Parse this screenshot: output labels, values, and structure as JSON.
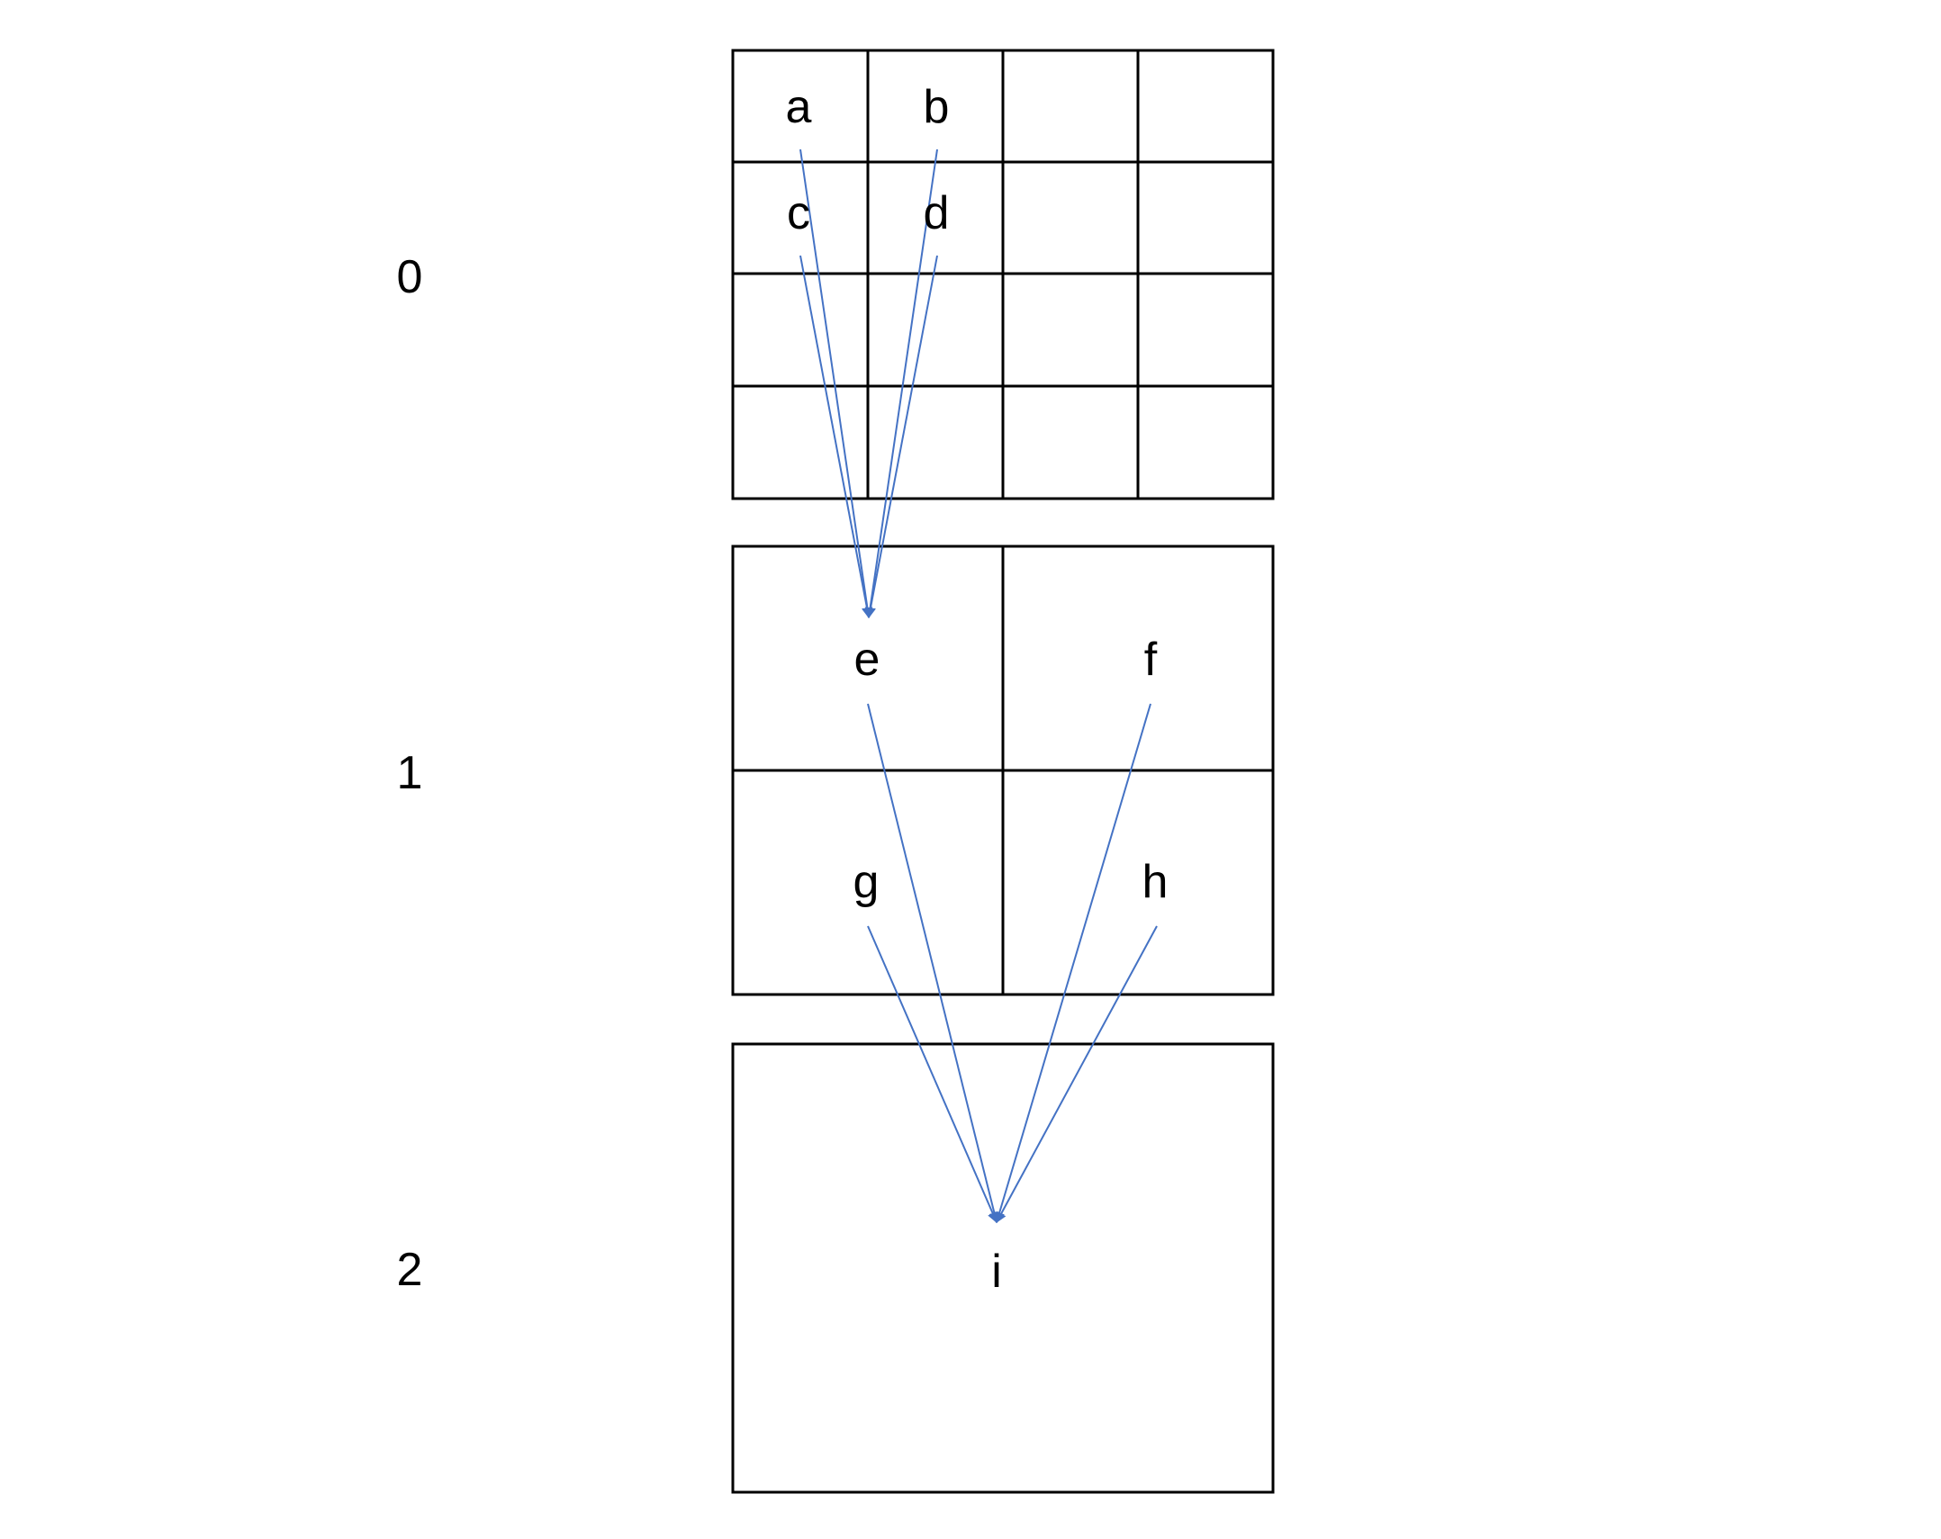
{
  "colors": {
    "grid": "#000000",
    "edge": "#4472C4",
    "text": "#000000",
    "background": "#FFFFFF"
  },
  "levels": [
    {
      "label": "0",
      "grid": "4x4",
      "cells": [
        "a",
        "b",
        "",
        "",
        "c",
        "d",
        "",
        "",
        "",
        "",
        "",
        "",
        "",
        "",
        "",
        ""
      ]
    },
    {
      "label": "1",
      "grid": "2x2",
      "cells": [
        "e",
        "f",
        "g",
        "h"
      ]
    },
    {
      "label": "2",
      "grid": "1x1",
      "cells": [
        "i"
      ]
    }
  ],
  "edges": [
    {
      "from": "a",
      "to": "e"
    },
    {
      "from": "b",
      "to": "e"
    },
    {
      "from": "c",
      "to": "e"
    },
    {
      "from": "d",
      "to": "e"
    },
    {
      "from": "e",
      "to": "i"
    },
    {
      "from": "f",
      "to": "i"
    },
    {
      "from": "g",
      "to": "i"
    },
    {
      "from": "h",
      "to": "i"
    }
  ]
}
